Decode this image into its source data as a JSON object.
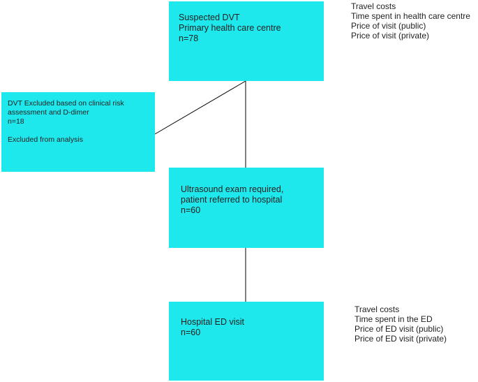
{
  "boxes": {
    "top": {
      "lines": [
        "Suspected DVT",
        "Primary health care centre",
        "n=78"
      ]
    },
    "left": {
      "lines": [
        "DVT Excluded based on clinical risk",
        "assessment and D-dimer",
        "n=18"
      ],
      "note": "Excluded from analysis"
    },
    "middle": {
      "lines": [
        "Ultrasound exam required,",
        "patient referred to hospital",
        "n=60"
      ]
    },
    "bottom": {
      "lines": [
        "Hospital ED visit",
        "n=60"
      ]
    }
  },
  "cost_notes": {
    "top": [
      "Travel costs",
      "Time spent in health care centre",
      "Price of visit (public)",
      "Price of visit (private)"
    ],
    "bottom": [
      "Travel costs",
      "Time spent in the ED",
      "Price of ED visit (public)",
      "Price of ED visit (private)"
    ]
  },
  "colors": {
    "box_fill": "#1ee8ec",
    "line": "#000000"
  }
}
